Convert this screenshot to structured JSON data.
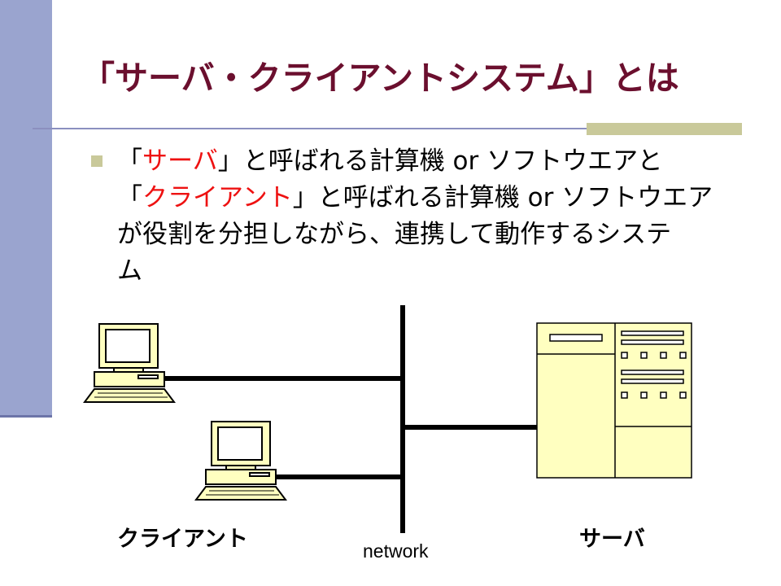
{
  "slide": {
    "title": "「サーバ・クライアントシステム」とは",
    "bullet": {
      "line1": {
        "open": "「",
        "server_term": "サーバ",
        "rest": "」と呼ばれる計算機 or ソフトウエアと"
      },
      "line2": {
        "open": "「",
        "client_term": "クライアント",
        "rest": "」と呼ばれる計算機 or ソフトウエア"
      },
      "line3": "が役割を分担しながら、連携して動作するシステ",
      "line4": "ム"
    }
  },
  "diagram": {
    "client_label": "クライアント",
    "server_label": "サーバ",
    "network_label": "network",
    "colors": {
      "device_fill": "#ffffc0",
      "outline": "#000000",
      "link": "#000000"
    }
  },
  "theme": {
    "title_color": "#6b0f2e",
    "accent_band": "#9aa4cf",
    "accent_bar": "#c9c99a",
    "highlight": "#ee1111"
  }
}
